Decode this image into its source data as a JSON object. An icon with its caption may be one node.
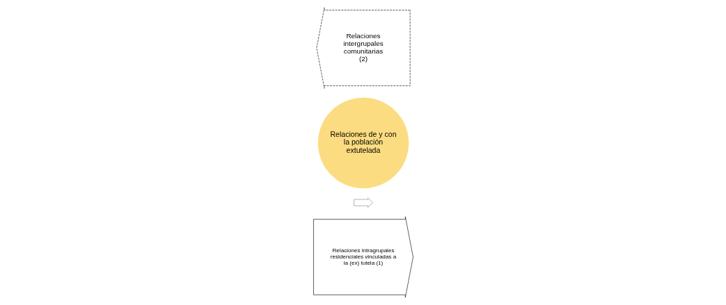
{
  "diagram": {
    "nodes": [
      {
        "text": [
          "Relaciones intragrupales residenciales vinculadas a la (ex) tutela (1)"
        ]
      },
      {
        "text": [
          "Relaciones de y con la población extutelada"
        ]
      },
      {
        "text": [
          "Relaciones intergrupales comunitarias (2)"
        ]
      },
      {
        "text": [],
        "shape": "arrow"
      }
    ]
  }
}
